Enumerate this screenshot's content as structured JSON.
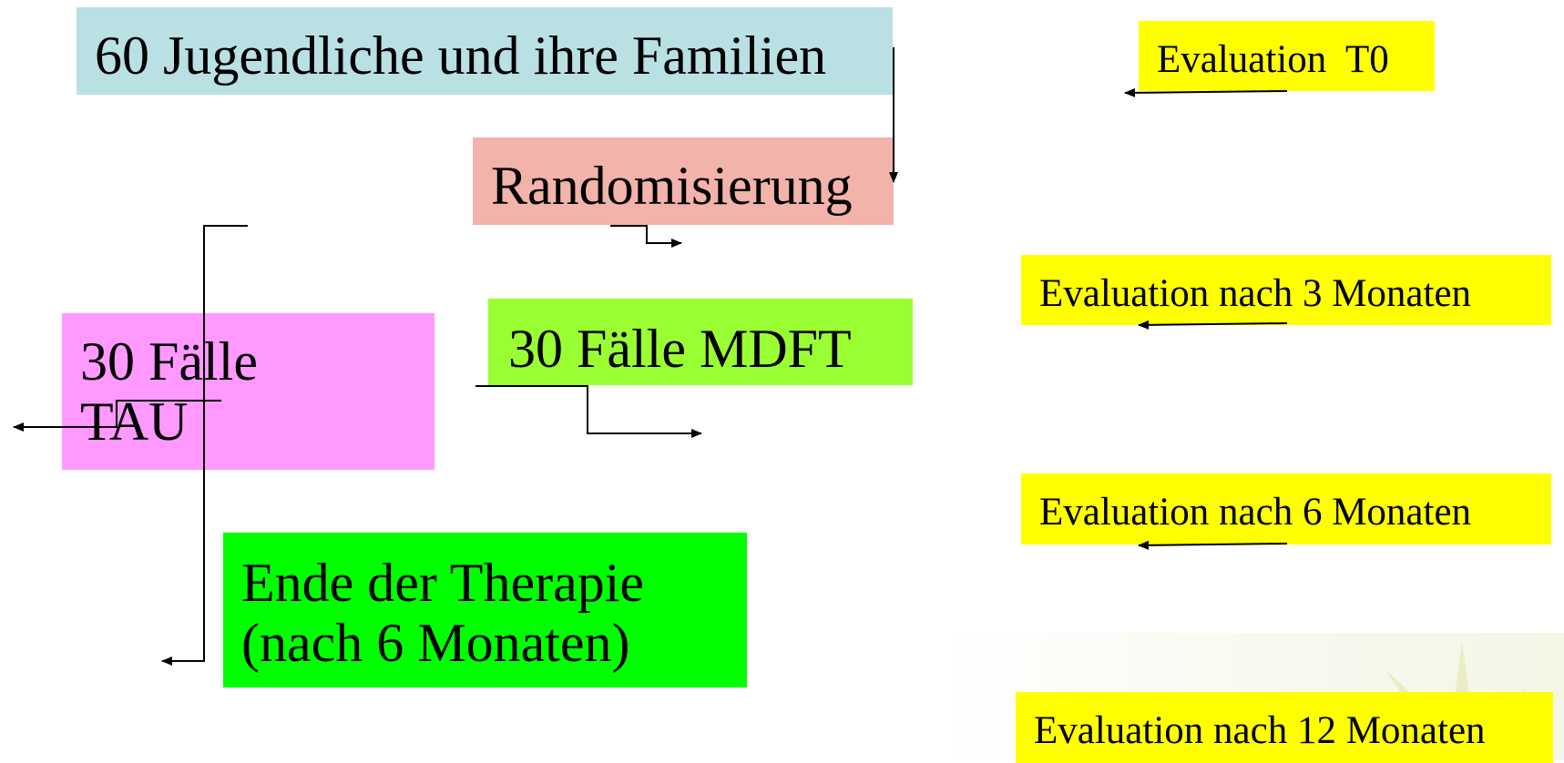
{
  "colors": {
    "families": "#b9e0e3",
    "randomization": "#f2b3aa",
    "mdft": "#99ff33",
    "tau": "#ff99ff",
    "end": "#00ff00",
    "evaluation": "#ffff00"
  },
  "boxes": {
    "families": "60 Jugendliche und ihre Familien",
    "randomization": "Randomisierung",
    "mdft": "30 Fälle MDFT",
    "tau_line1": "30 Fälle",
    "tau_line2": "TAU",
    "end_line1": "Ende der Therapie",
    "end_line2": "(nach 6 Monaten)"
  },
  "evaluations": {
    "t0": "Evaluation  T0",
    "m3": "Evaluation nach 3 Monaten",
    "m6": "Evaluation nach 6 Monaten",
    "m12": "Evaluation nach 12 Monaten"
  }
}
